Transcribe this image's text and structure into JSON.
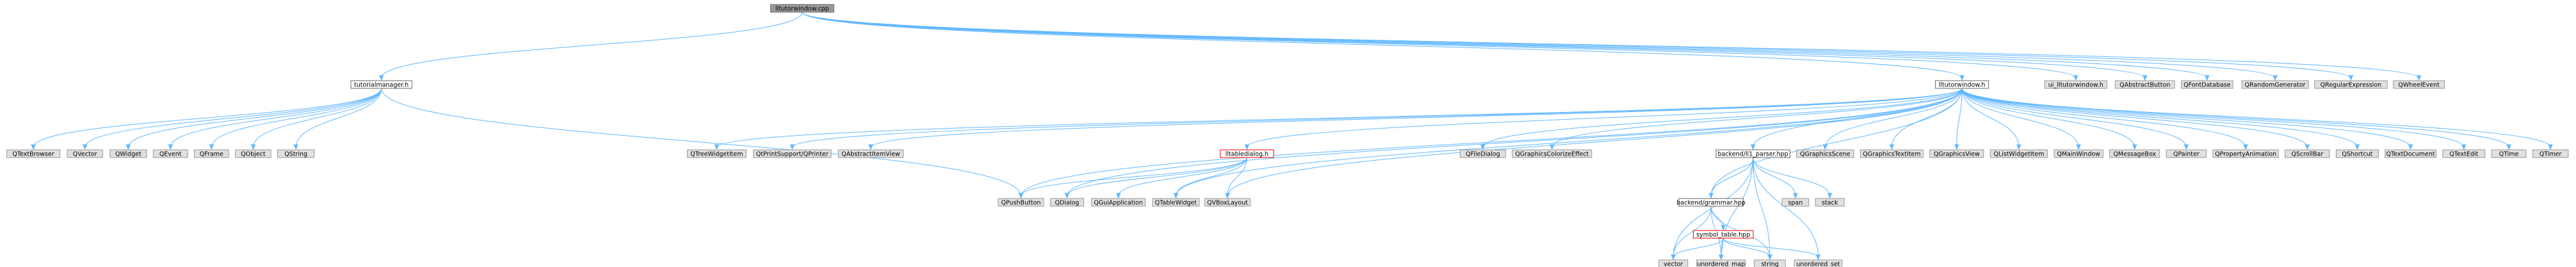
{
  "colors": {
    "root_fill": "#999999",
    "root_border": "#666666",
    "file_fill": "#ffffff",
    "file_border": "#666666",
    "lib_fill": "#e0e0e0",
    "lib_border": "#999999",
    "cycle_border": "#ff0000",
    "edge": "#63b8ff"
  },
  "nodes": [
    {
      "id": "root",
      "label": "lltutorwindow.cpp",
      "kind": "root",
      "name": "node-lltutorwindow-cpp"
    },
    {
      "id": "tm",
      "label": "tutorialmanager.h",
      "kind": "file",
      "name": "node-tutorialmanager-h"
    },
    {
      "id": "lw",
      "label": "lltutorwindow.h",
      "kind": "file",
      "name": "node-lltutorwindow-h"
    },
    {
      "id": "ui",
      "label": "ui_lltutorwindow.h",
      "kind": "lib",
      "name": "node-ui-lltutorwindow-h"
    },
    {
      "id": "qab",
      "label": "QAbstractButton",
      "kind": "lib",
      "name": "node-qabstractbutton"
    },
    {
      "id": "qfdb",
      "label": "QFontDatabase",
      "kind": "lib",
      "name": "node-qfontdatabase"
    },
    {
      "id": "qrg",
      "label": "QRandomGenerator",
      "kind": "lib",
      "name": "node-qrandomgenerator"
    },
    {
      "id": "qre",
      "label": "QRegularExpression",
      "kind": "lib",
      "name": "node-qregularexpression"
    },
    {
      "id": "qwe",
      "label": "QWheelEvent",
      "kind": "lib",
      "name": "node-qwheelevent"
    },
    {
      "id": "qtb",
      "label": "QTextBrowser",
      "kind": "lib",
      "name": "node-qtextbrowser"
    },
    {
      "id": "qvec",
      "label": "QVector",
      "kind": "lib",
      "name": "node-qvector"
    },
    {
      "id": "qwid",
      "label": "QWidget",
      "kind": "lib",
      "name": "node-qwidget"
    },
    {
      "id": "qev",
      "label": "QEvent",
      "kind": "lib",
      "name": "node-qevent"
    },
    {
      "id": "qfr",
      "label": "QFrame",
      "kind": "lib",
      "name": "node-qframe"
    },
    {
      "id": "qobj",
      "label": "QObject",
      "kind": "lib",
      "name": "node-qobject"
    },
    {
      "id": "qstr",
      "label": "QString",
      "kind": "lib",
      "name": "node-qstring"
    },
    {
      "id": "qtwi",
      "label": "QTreeWidgetItem",
      "kind": "lib",
      "name": "node-qtreewidgetitem"
    },
    {
      "id": "qpp",
      "label": "QtPrintSupport/QPrinter",
      "kind": "lib",
      "name": "node-qtprintsupport-qprinter"
    },
    {
      "id": "qaiv",
      "label": "QAbstractItemView",
      "kind": "lib",
      "name": "node-qabstractitemview"
    },
    {
      "id": "lltd",
      "label": "lltabledialog.h",
      "kind": "cycle",
      "name": "node-lltabledialog-h"
    },
    {
      "id": "qfd",
      "label": "QFileDialog",
      "kind": "lib",
      "name": "node-qfiledialog"
    },
    {
      "id": "qgce",
      "label": "QGraphicsColorizeEffect",
      "kind": "lib",
      "name": "node-qgraphicscolorizeeffect"
    },
    {
      "id": "ll1",
      "label": "backend/ll1_parser.hpp",
      "kind": "file",
      "name": "node-ll1-parser-hpp"
    },
    {
      "id": "qgs",
      "label": "QGraphicsScene",
      "kind": "lib",
      "name": "node-qgraphicsscene"
    },
    {
      "id": "qgti",
      "label": "QGraphicsTextItem",
      "kind": "lib",
      "name": "node-qgraphicstextitem"
    },
    {
      "id": "qgv",
      "label": "QGraphicsView",
      "kind": "lib",
      "name": "node-qgraphicsview"
    },
    {
      "id": "qlwi",
      "label": "QListWidgetItem",
      "kind": "lib",
      "name": "node-qlistwidgetitem"
    },
    {
      "id": "qmw",
      "label": "QMainWindow",
      "kind": "lib",
      "name": "node-qmainwindow"
    },
    {
      "id": "qmb",
      "label": "QMessageBox",
      "kind": "lib",
      "name": "node-qmessagebox"
    },
    {
      "id": "qpa",
      "label": "QPainter",
      "kind": "lib",
      "name": "node-qpainter"
    },
    {
      "id": "qpan",
      "label": "QPropertyAnimation",
      "kind": "lib",
      "name": "node-qpropertyanimation"
    },
    {
      "id": "qsb",
      "label": "QScrollBar",
      "kind": "lib",
      "name": "node-qscrollbar"
    },
    {
      "id": "qsc",
      "label": "QShortcut",
      "kind": "lib",
      "name": "node-qshortcut"
    },
    {
      "id": "qtd",
      "label": "QTextDocument",
      "kind": "lib",
      "name": "node-qtextdocument"
    },
    {
      "id": "qte",
      "label": "QTextEdit",
      "kind": "lib",
      "name": "node-qtextedit"
    },
    {
      "id": "qti",
      "label": "QTime",
      "kind": "lib",
      "name": "node-qtime"
    },
    {
      "id": "qtim",
      "label": "QTimer",
      "kind": "lib",
      "name": "node-qtimer"
    },
    {
      "id": "qpb",
      "label": "QPushButton",
      "kind": "lib",
      "name": "node-qpushbutton"
    },
    {
      "id": "qdl",
      "label": "QDialog",
      "kind": "lib",
      "name": "node-qdialog"
    },
    {
      "id": "qga",
      "label": "QGuiApplication",
      "kind": "lib",
      "name": "node-qguiapplication"
    },
    {
      "id": "qtw",
      "label": "QTableWidget",
      "kind": "lib",
      "name": "node-qtablewidget"
    },
    {
      "id": "qvb",
      "label": "QVBoxLayout",
      "kind": "lib",
      "name": "node-qvboxlayout"
    },
    {
      "id": "span",
      "label": "span",
      "kind": "lib",
      "name": "node-span"
    },
    {
      "id": "stack",
      "label": "stack",
      "kind": "lib",
      "name": "node-stack"
    },
    {
      "id": "gram",
      "label": "backend/grammar.hpp",
      "kind": "file",
      "name": "node-grammar-hpp"
    },
    {
      "id": "sym",
      "label": "symbol_table.hpp",
      "kind": "cycle",
      "name": "node-symbol-table-hpp"
    },
    {
      "id": "vec",
      "label": "vector",
      "kind": "lib",
      "name": "node-vector"
    },
    {
      "id": "umap",
      "label": "unordered_map",
      "kind": "lib",
      "name": "node-unordered-map"
    },
    {
      "id": "str",
      "label": "string",
      "kind": "lib",
      "name": "node-string"
    },
    {
      "id": "uset",
      "label": "unordered_set",
      "kind": "lib",
      "name": "node-unordered-set"
    }
  ],
  "edges": [
    [
      "root",
      "tm"
    ],
    [
      "root",
      "lw"
    ],
    [
      "root",
      "ui"
    ],
    [
      "root",
      "qab"
    ],
    [
      "root",
      "qfdb"
    ],
    [
      "root",
      "qrg"
    ],
    [
      "root",
      "qre"
    ],
    [
      "root",
      "qwe"
    ],
    [
      "tm",
      "qtb"
    ],
    [
      "tm",
      "qvec"
    ],
    [
      "tm",
      "qwid"
    ],
    [
      "tm",
      "qev"
    ],
    [
      "tm",
      "qfr"
    ],
    [
      "tm",
      "qobj"
    ],
    [
      "tm",
      "qstr"
    ],
    [
      "tm",
      "qpb"
    ],
    [
      "lw",
      "qtwi"
    ],
    [
      "lw",
      "qpp"
    ],
    [
      "lw",
      "qaiv"
    ],
    [
      "lw",
      "lltd"
    ],
    [
      "lw",
      "qfd"
    ],
    [
      "lw",
      "qgce"
    ],
    [
      "lw",
      "ll1"
    ],
    [
      "lw",
      "qgs"
    ],
    [
      "lw",
      "qgti"
    ],
    [
      "lw",
      "qgv"
    ],
    [
      "lw",
      "qlwi"
    ],
    [
      "lw",
      "qmw"
    ],
    [
      "lw",
      "qmb"
    ],
    [
      "lw",
      "qpa"
    ],
    [
      "lw",
      "qpan"
    ],
    [
      "lw",
      "qsb"
    ],
    [
      "lw",
      "qsc"
    ],
    [
      "lw",
      "qtd"
    ],
    [
      "lw",
      "qte"
    ],
    [
      "lw",
      "qti"
    ],
    [
      "lw",
      "qtim"
    ],
    [
      "lw",
      "qpb"
    ],
    [
      "lw",
      "qdl"
    ],
    [
      "lw",
      "qtw"
    ],
    [
      "lw",
      "qvb"
    ],
    [
      "lw",
      "gram"
    ],
    [
      "lltd",
      "qpb"
    ],
    [
      "lltd",
      "qdl"
    ],
    [
      "lltd",
      "qga"
    ],
    [
      "lltd",
      "qtw"
    ],
    [
      "lltd",
      "qvb"
    ],
    [
      "ll1",
      "span"
    ],
    [
      "ll1",
      "stack"
    ],
    [
      "ll1",
      "gram"
    ],
    [
      "ll1",
      "vec"
    ],
    [
      "ll1",
      "umap"
    ],
    [
      "ll1",
      "str"
    ],
    [
      "ll1",
      "uset"
    ],
    [
      "gram",
      "sym"
    ],
    [
      "gram",
      "vec"
    ],
    [
      "gram",
      "umap"
    ],
    [
      "gram",
      "str"
    ],
    [
      "sym",
      "vec"
    ],
    [
      "sym",
      "umap"
    ],
    [
      "sym",
      "str"
    ],
    [
      "sym",
      "uset"
    ]
  ]
}
